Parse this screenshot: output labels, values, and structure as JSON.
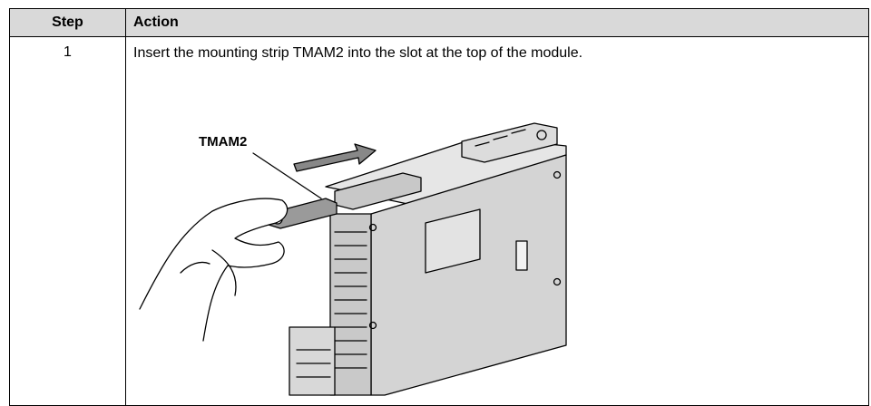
{
  "table": {
    "headers": {
      "step": "Step",
      "action": "Action"
    },
    "rows": [
      {
        "step": "1",
        "action": "Insert the mounting strip TMAM2 into the slot at the top of the module.",
        "figure": {
          "callout": "TMAM2"
        }
      }
    ]
  }
}
